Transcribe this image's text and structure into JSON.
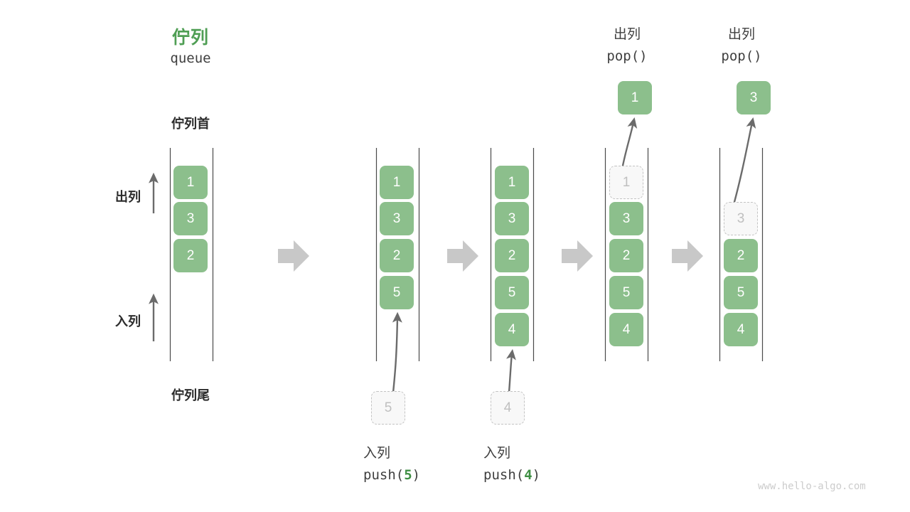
{
  "diagram": {
    "title_cn": "佇列",
    "title_en": "queue",
    "head_label": "佇列首",
    "tail_label": "佇列尾",
    "dequeue_label": "出列",
    "enqueue_label": "入列",
    "watermark": "www.hello-algo.com",
    "colors": {
      "cell_fill": "#8cbf8c",
      "cell_text": "#ffffff",
      "ghost_fill": "#f8f8f8",
      "ghost_border": "#c3c3c3",
      "ghost_text": "#bfbfbf",
      "rail": "#4a4a4a",
      "arrow": "#6b6b6b",
      "block_arrow": "#c8c8c8",
      "title_green": "#4f9e54",
      "accent_number": "#3f8f44",
      "text": "#3f3f3f",
      "watermark": "#cccccc"
    }
  },
  "columns": [
    {
      "id": "initial",
      "header_cn": "",
      "header_code": "",
      "cells": [
        "1",
        "3",
        "2"
      ],
      "ghost_index": -1,
      "start_row": 0
    },
    {
      "id": "after-push-5",
      "header_cn": "",
      "header_code": "",
      "cells": [
        "1",
        "3",
        "2",
        "5"
      ],
      "ghost_index": -1,
      "start_row": 0,
      "op_cn": "入列",
      "op_code_prefix": "push(",
      "op_code_value": "5",
      "op_code_suffix": ")",
      "incoming_value": "5"
    },
    {
      "id": "after-push-4",
      "header_cn": "",
      "header_code": "",
      "cells": [
        "1",
        "3",
        "2",
        "5",
        "4"
      ],
      "ghost_index": -1,
      "start_row": 0,
      "op_cn": "入列",
      "op_code_prefix": "push(",
      "op_code_value": "4",
      "op_code_suffix": ")",
      "incoming_value": "4"
    },
    {
      "id": "pop-1",
      "header_cn": "出列",
      "header_code": "pop()",
      "cells": [
        "1",
        "3",
        "2",
        "5",
        "4"
      ],
      "ghost_index": 0,
      "start_row": 0,
      "popped_value": "1"
    },
    {
      "id": "pop-3",
      "header_cn": "出列",
      "header_code": "pop()",
      "cells": [
        "3",
        "2",
        "5",
        "4"
      ],
      "ghost_index": 0,
      "start_row": 1,
      "popped_value": "3"
    }
  ]
}
